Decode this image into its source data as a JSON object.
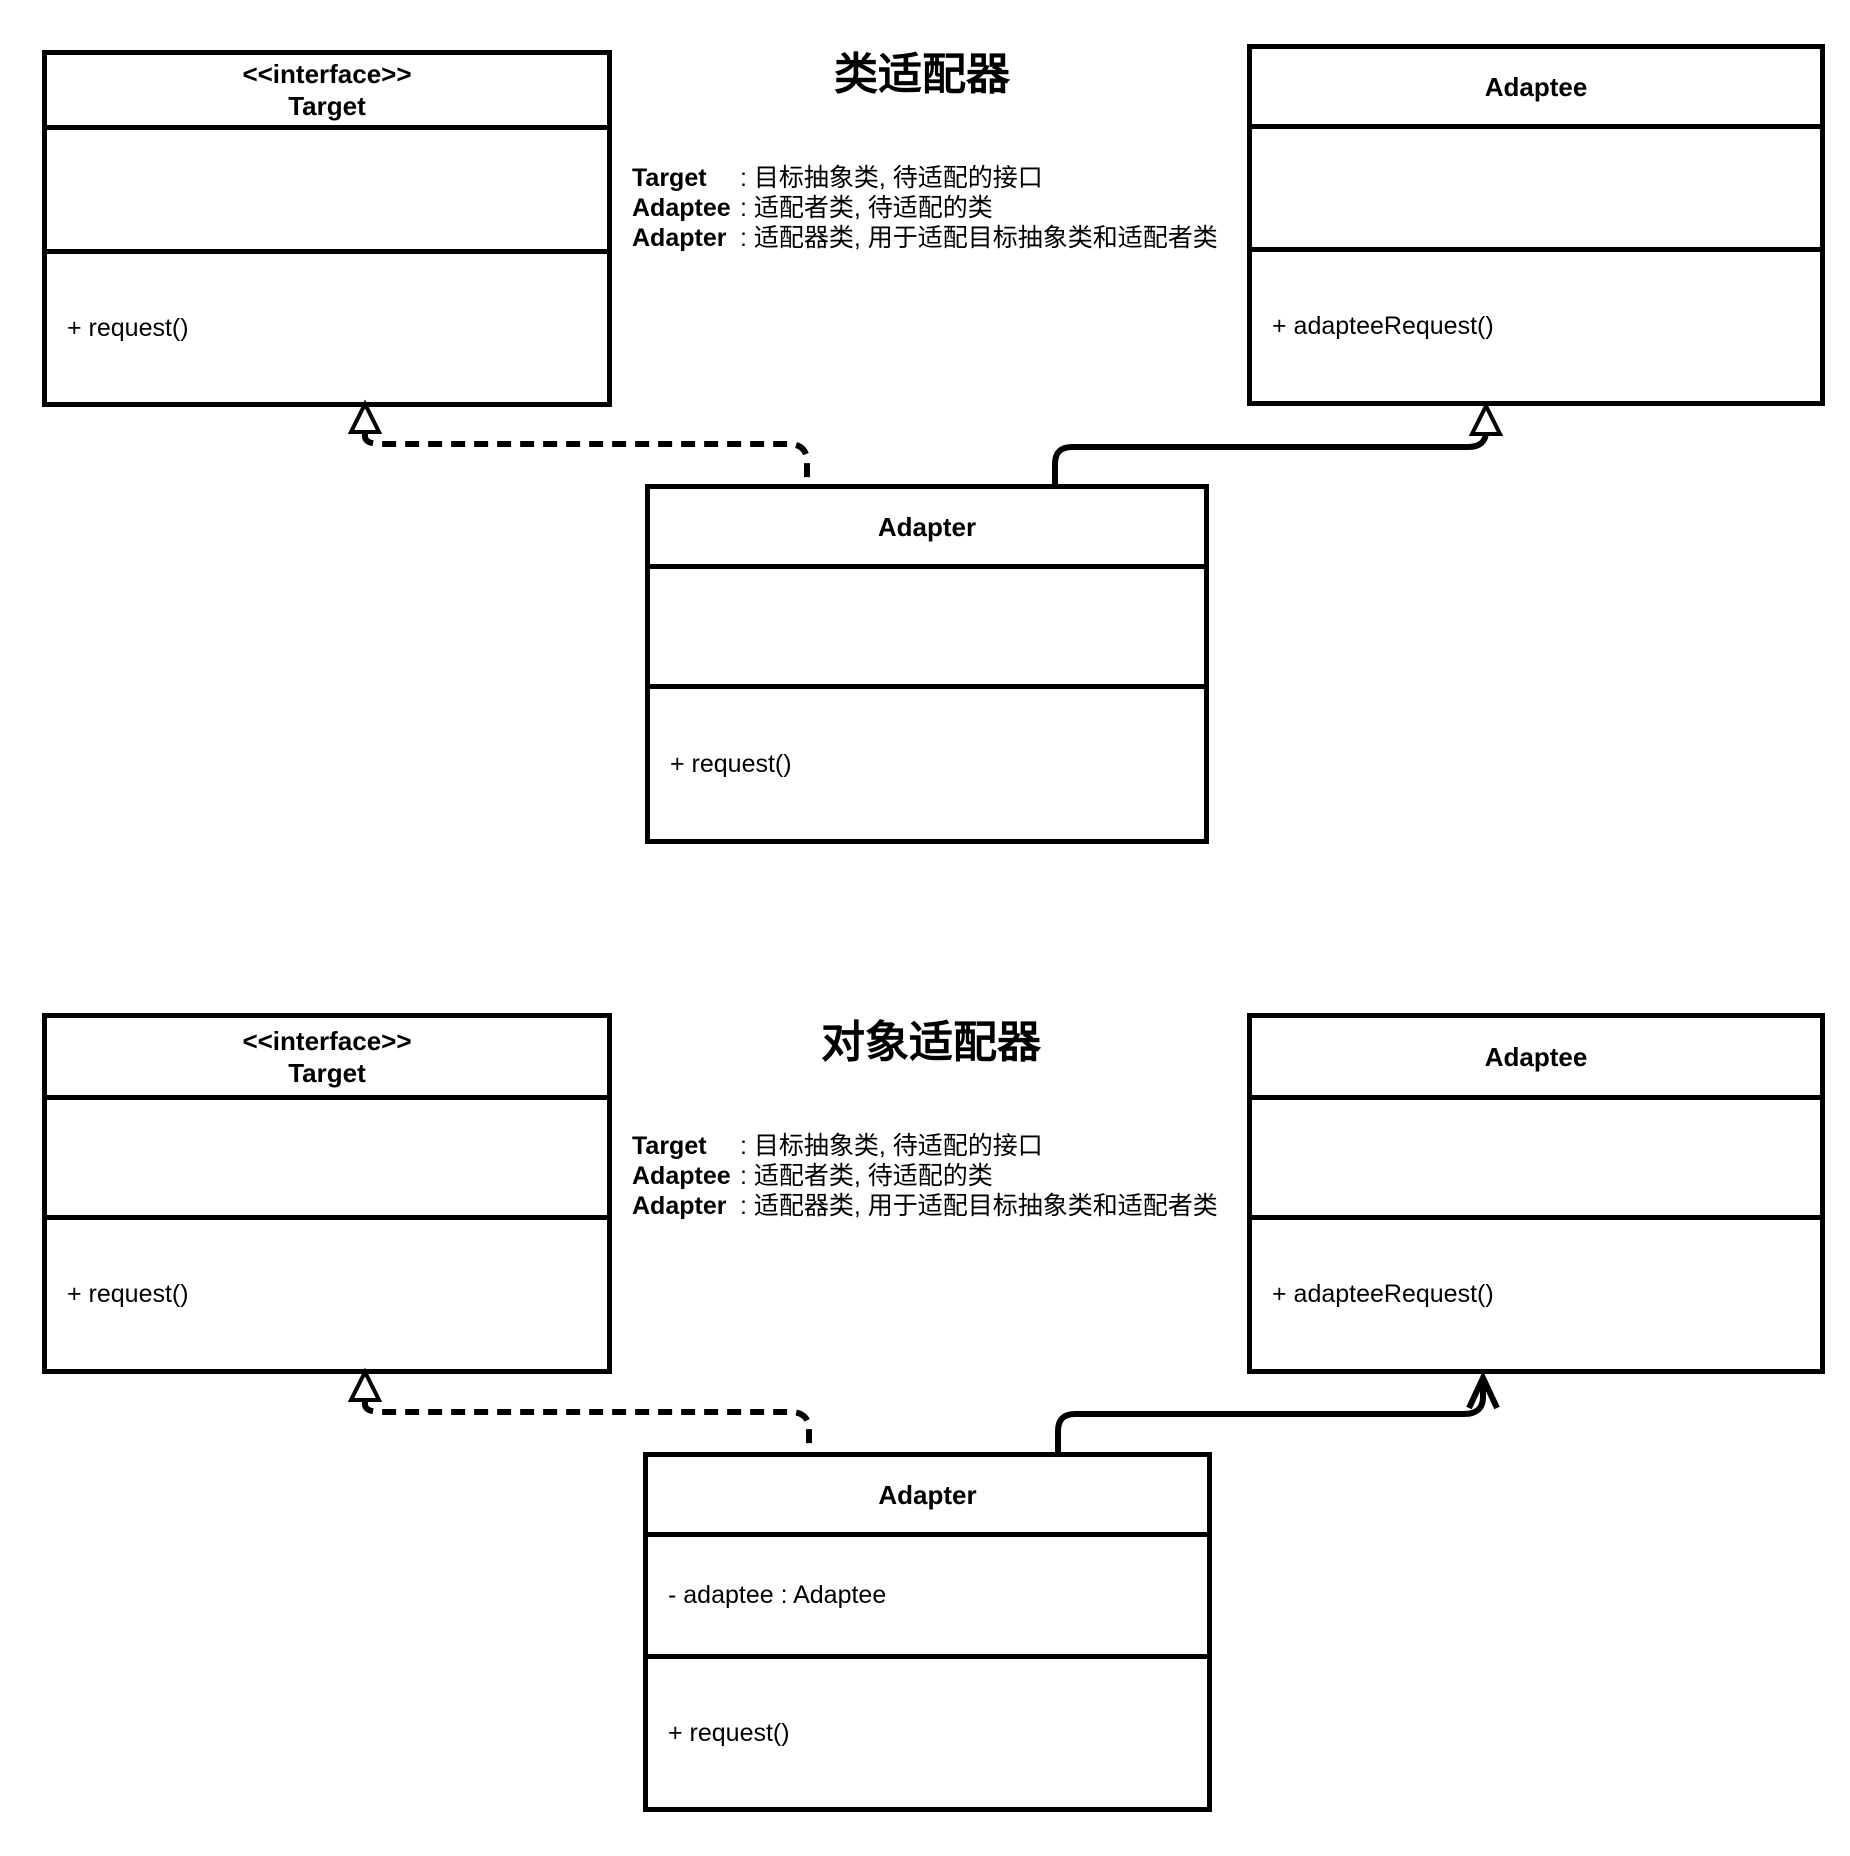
{
  "colors": {
    "line": "#000000",
    "background": "#ffffff",
    "text": "#000000"
  },
  "diagrams": [
    {
      "title": "类适配器",
      "legend": [
        {
          "label": "Target",
          "desc": ": 目标抽象类, 待适配的接口"
        },
        {
          "label": "Adaptee",
          "desc": ": 适配者类, 待适配的类"
        },
        {
          "label": "Adapter",
          "desc": ": 适配器类, 用于适配目标抽象类和适配者类"
        }
      ],
      "target": {
        "stereotype": "<<interface>>",
        "name": "Target",
        "attrs": "",
        "methods": "+ request()"
      },
      "adaptee": {
        "name": "Adaptee",
        "attrs": "",
        "methods": "+ adapteeRequest()"
      },
      "adapter": {
        "name": "Adapter",
        "attrs": "",
        "methods": "+ request()"
      },
      "relations": [
        {
          "from": "Adapter",
          "to": "Target",
          "type": "realization-dashed-hollow-triangle"
        },
        {
          "from": "Adapter",
          "to": "Adaptee",
          "type": "generalization-solid-hollow-triangle"
        }
      ]
    },
    {
      "title": "对象适配器",
      "legend": [
        {
          "label": "Target",
          "desc": ": 目标抽象类, 待适配的接口"
        },
        {
          "label": "Adaptee",
          "desc": ": 适配者类, 待适配的类"
        },
        {
          "label": "Adapter",
          "desc": ": 适配器类, 用于适配目标抽象类和适配者类"
        }
      ],
      "target": {
        "stereotype": "<<interface>>",
        "name": "Target",
        "attrs": "",
        "methods": "+ request()"
      },
      "adaptee": {
        "name": "Adaptee",
        "attrs": "",
        "methods": "+ adapteeRequest()"
      },
      "adapter": {
        "name": "Adapter",
        "attrs": "- adaptee : Adaptee",
        "methods": "+ request()"
      },
      "relations": [
        {
          "from": "Adapter",
          "to": "Target",
          "type": "realization-dashed-hollow-triangle"
        },
        {
          "from": "Adapter",
          "to": "Adaptee",
          "type": "association-solid-open-arrow"
        }
      ]
    }
  ]
}
